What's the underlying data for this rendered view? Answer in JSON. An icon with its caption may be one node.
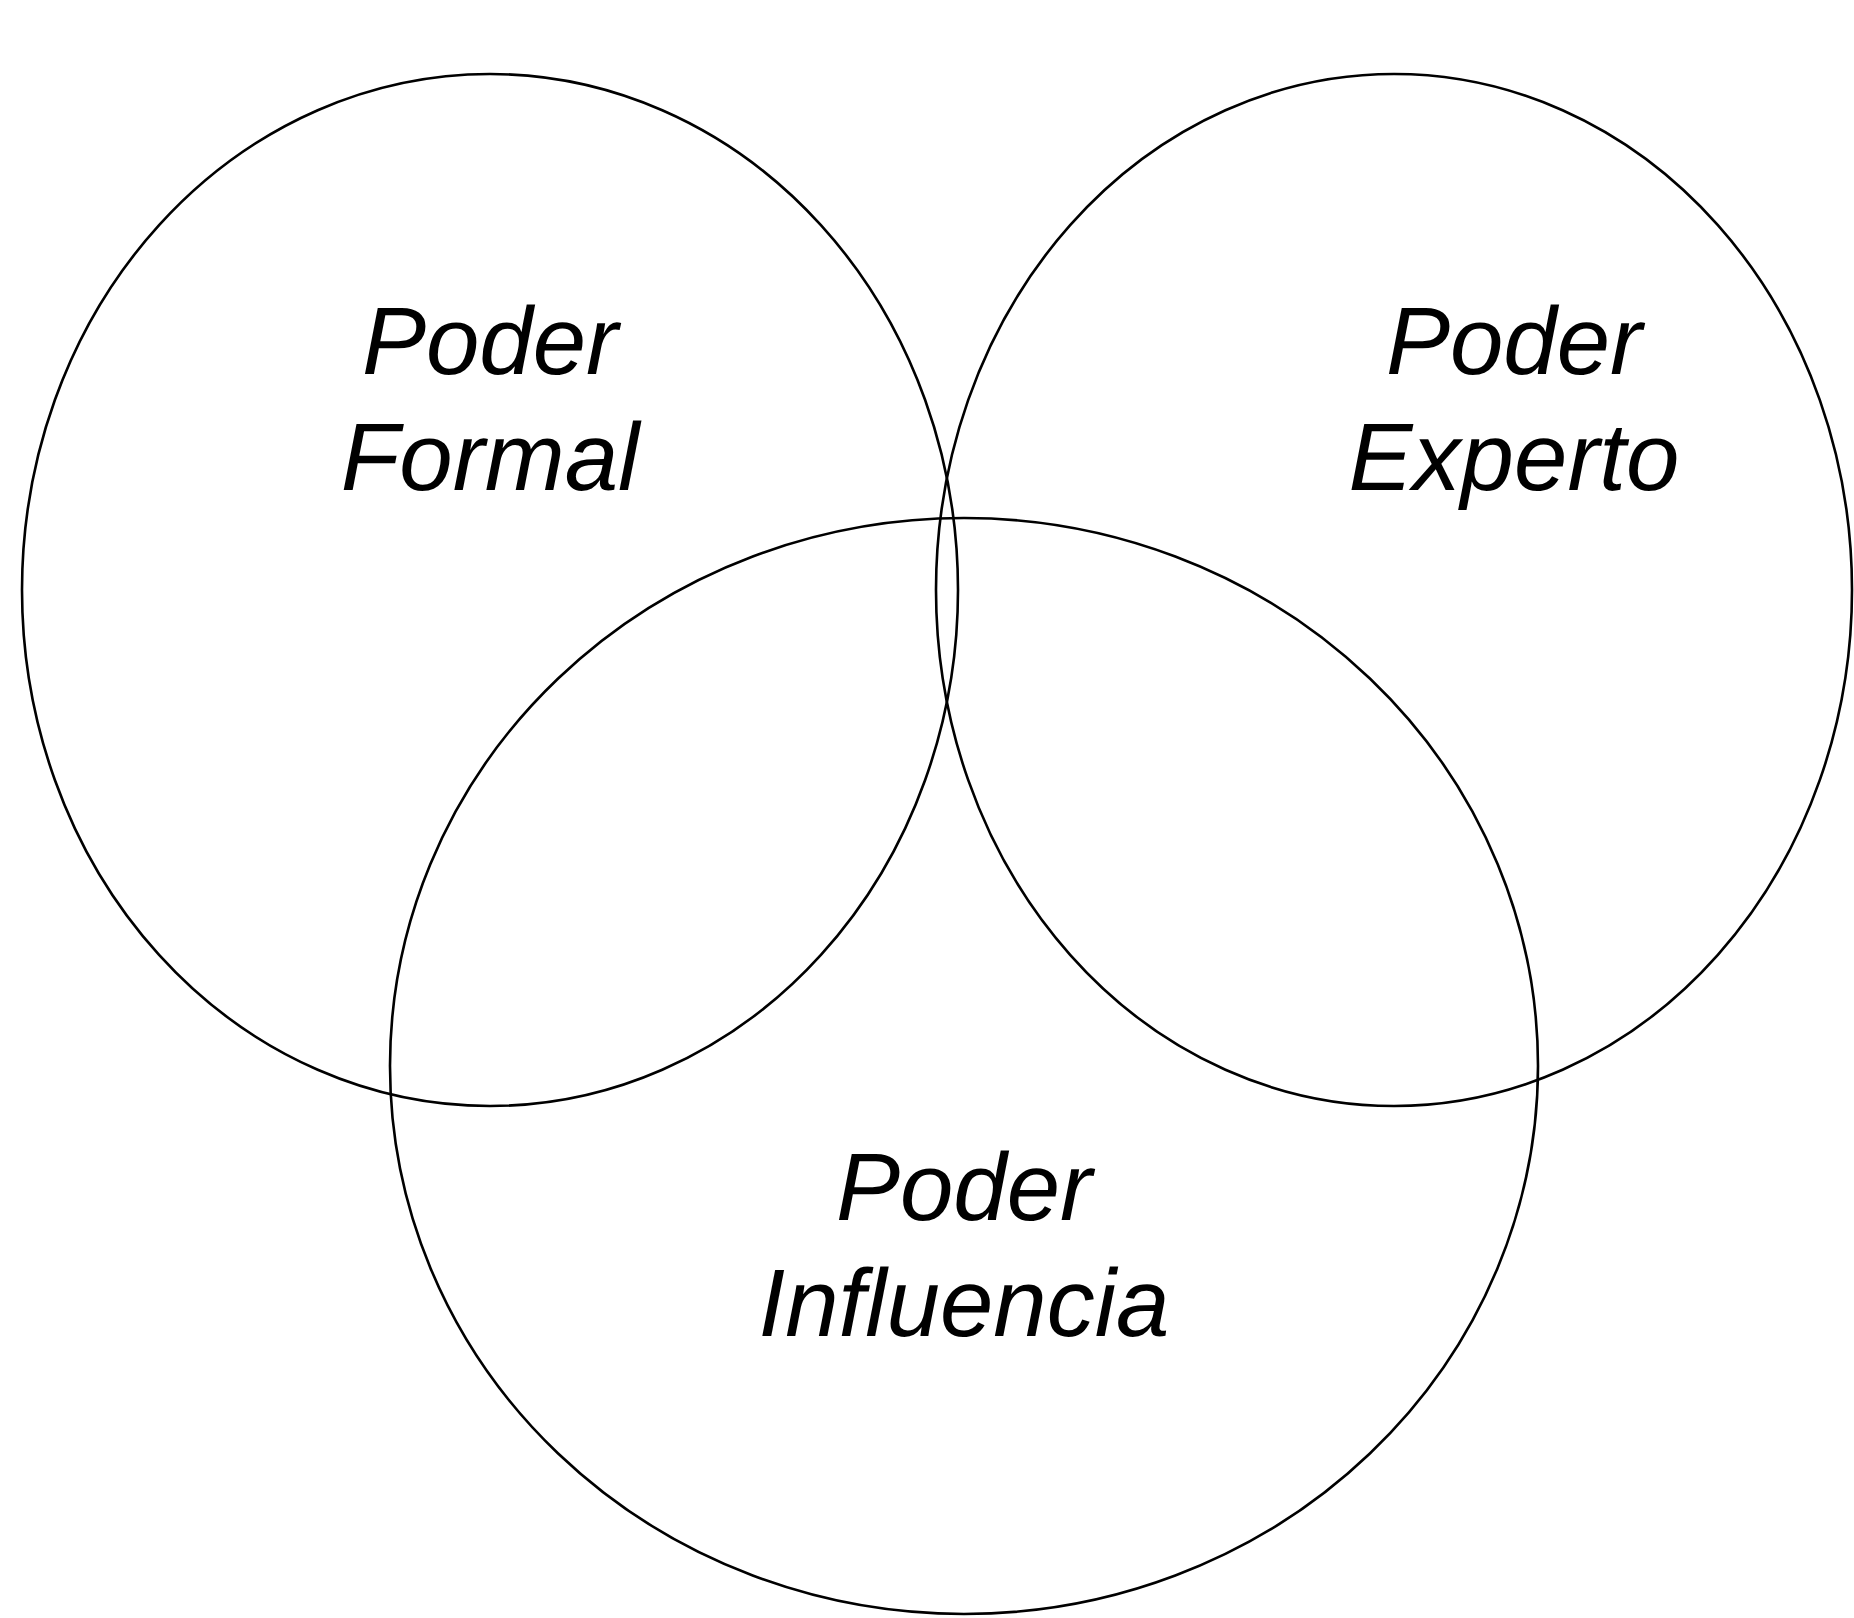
{
  "diagram": {
    "nodes": [
      {
        "text": [
          "Poder Formal"
        ]
      },
      {
        "text": [
          "Poder Experto"
        ]
      },
      {
        "text": [
          "Poder Influencia"
        ]
      }
    ]
  }
}
